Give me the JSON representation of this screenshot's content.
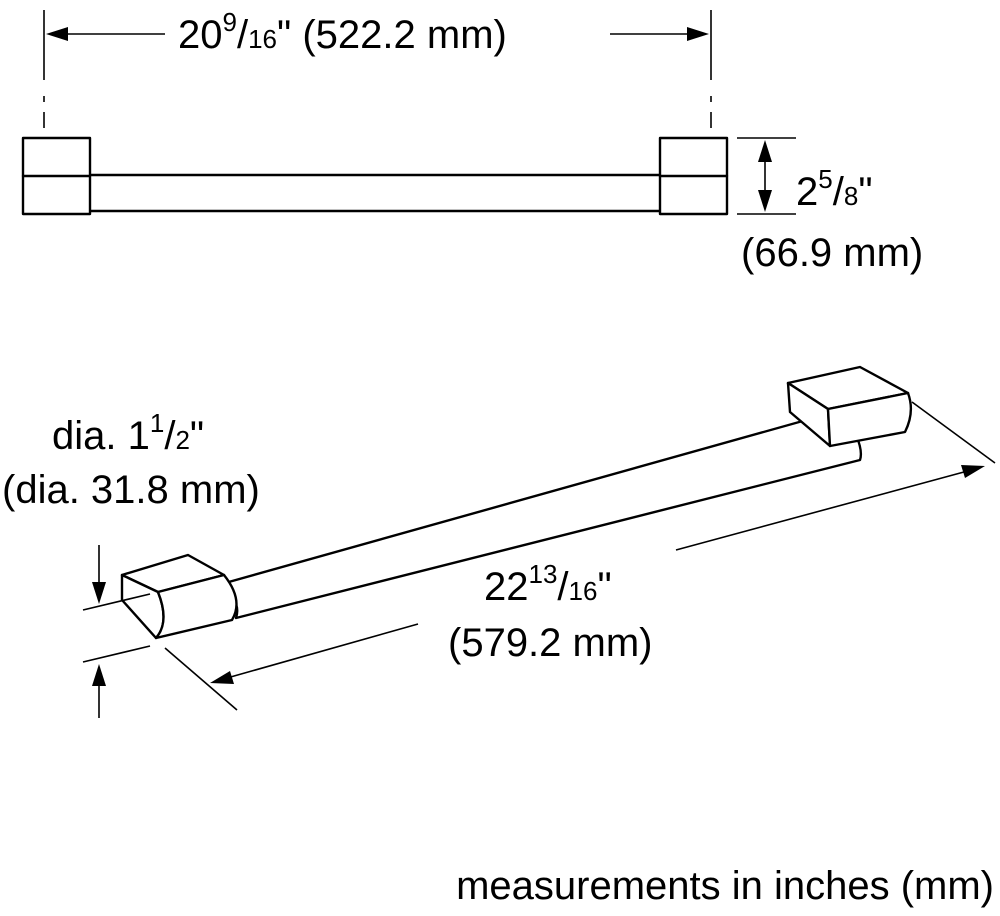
{
  "dimensions": {
    "overall_width": {
      "whole": "20",
      "num": "9",
      "den": "16",
      "unit": "\"",
      "metric": "(522.2 mm)"
    },
    "height": {
      "whole": "2",
      "num": "5",
      "den": "8",
      "unit": "\"",
      "metric": "(66.9 mm)"
    },
    "diameter": {
      "prefix": "dia. ",
      "whole": "1",
      "num": "1",
      "den": "2",
      "unit": "\"",
      "metric": "(dia. 31.8 mm)"
    },
    "length": {
      "whole": "22",
      "num": "13",
      "den": "16",
      "unit": "\"",
      "metric": "(579.2 mm)"
    }
  },
  "footer": {
    "note": "measurements in inches (mm)"
  }
}
